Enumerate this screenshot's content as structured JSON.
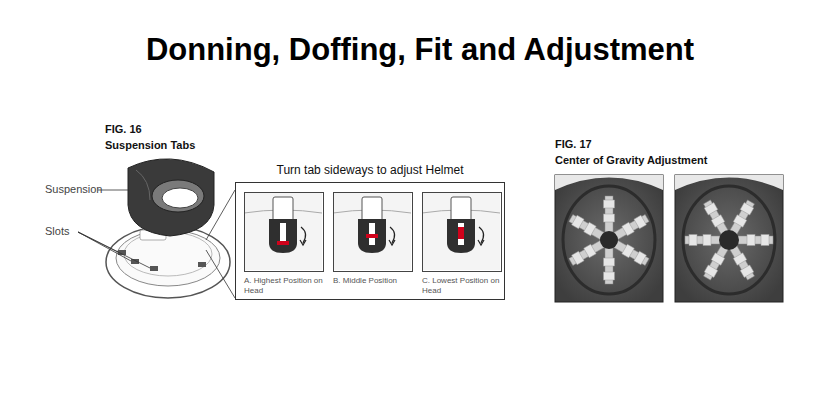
{
  "diagram": {
    "title": "Donning, Doffing, Fit and Adjustment",
    "nodes": [
      {
        "text": [
          "Turn tab sideways to adjust Helmet"
        ]
      },
      {
        "text": [
          "A. Highest Position on Head"
        ],
        "in": 0
      },
      {
        "text": [
          "B. Middle Position"
        ],
        "in": 0
      },
      {
        "text": [
          "C. Lowest Position on Head"
        ],
        "in": 0
      }
    ],
    "labels": [
      "FIG. 16",
      "Suspension Tabs",
      "Suspension",
      "Slots",
      "FIG. 17",
      "Center of Gravity Adjustment"
    ]
  }
}
